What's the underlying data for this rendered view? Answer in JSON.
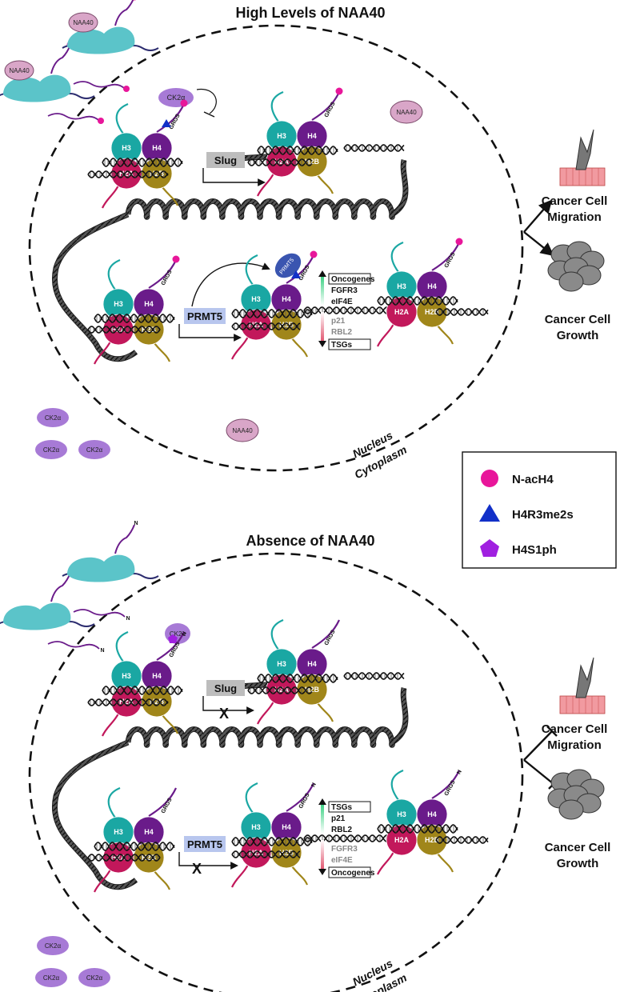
{
  "panels": [
    {
      "title": "High Levels of NAA40",
      "slug": "Slug",
      "prmt5": "PRMT5",
      "prmt5_enzyme": "PRMT5",
      "grgs": "GRGS",
      "histones": [
        "H3",
        "H4",
        "H2A",
        "H2B"
      ],
      "up_genes": [
        "Oncogenes",
        "FGFR3",
        "eIF4E"
      ],
      "down_genes": [
        "p21",
        "RBL2",
        "TSGs"
      ],
      "naa40": [
        "NAA40",
        "NAA40",
        "NAA40",
        "NAA40"
      ],
      "ck2": [
        "CK2α",
        "CK2α",
        "CK2α",
        "CK2α"
      ],
      "nucleus": "Nucleus",
      "cytoplasm": "Cytoplasm",
      "outcomes": [
        {
          "line1": "Cancer Cell",
          "line2": "Migration"
        },
        {
          "line1": "Cancer Cell",
          "line2": "Growth"
        }
      ],
      "blocked": false
    },
    {
      "title": "Absence of NAA40",
      "slug": "Slug",
      "prmt5": "PRMT5",
      "grgs": "GRGS",
      "nterm": "N",
      "histones": [
        "H3",
        "H4",
        "H2A",
        "H2B"
      ],
      "up_genes": [
        "TSGs",
        "p21",
        "RBL2"
      ],
      "down_genes": [
        "FGFR3",
        "eIF4E",
        "Oncogenes"
      ],
      "ck2": [
        "CK2α",
        "CK2α",
        "CK2α",
        "CK2α"
      ],
      "nucleus": "Nucleus",
      "cytoplasm": "Cytoplasm",
      "block_mark": "X",
      "outcomes": [
        {
          "line1": "Cancer Cell",
          "line2": "Migration"
        },
        {
          "line1": "Cancer Cell",
          "line2": "Growth"
        }
      ],
      "blocked": true
    }
  ],
  "legend": [
    {
      "label": "N-acH4",
      "shape": "circle",
      "color": "#e8169a"
    },
    {
      "label": "H4R3me2s",
      "shape": "triangle",
      "color": "#1230c8"
    },
    {
      "label": "H4S1ph",
      "shape": "pentagon",
      "color": "#a020e0"
    }
  ],
  "colors": {
    "h3": "#1aa7a3",
    "h4": "#6a1b8a",
    "h2a": "#c2185b",
    "h2b": "#a0861a",
    "naa40": "#d9a6c8",
    "ck2": "#a77ad6",
    "ribosome": "#5bc4c9",
    "prmt5": "#3a55b0",
    "slug_box": "#bdbdbd",
    "prmt5_box": "#b8c6ee"
  }
}
